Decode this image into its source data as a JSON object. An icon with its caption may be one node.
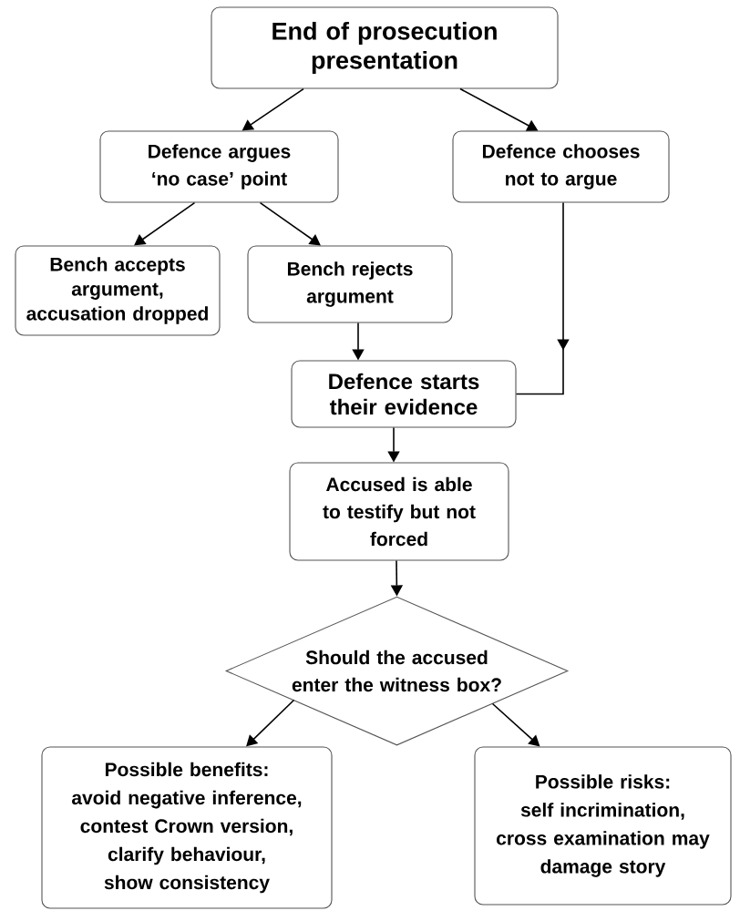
{
  "diagram": {
    "nodes": [
      {
        "text": [
          "End of prosecution presentation"
        ]
      },
      {
        "text": [
          "Defence argues ‘no case’ point"
        ]
      },
      {
        "text": [
          "Defence chooses not to argue"
        ]
      },
      {
        "text": [
          "Bench accepts argument, accusation dropped"
        ]
      },
      {
        "text": [
          "Bench rejects argument"
        ]
      },
      {
        "text": [
          "Defence starts their evidence"
        ]
      },
      {
        "text": [
          "Accused is able to testify but not forced"
        ]
      },
      {
        "text": [
          "Should the accused enter the witness box?"
        ]
      },
      {
        "text": [
          "Possible benefits:",
          "avoid negative inference, contest Crown version, clarify behaviour, show consistency"
        ]
      },
      {
        "text": [
          "Possible risks:",
          "self incrimination, cross examination may damage story"
        ]
      }
    ],
    "edges": [
      {
        "from": 0,
        "to": 1,
        "arrow": "to"
      },
      {
        "from": 0,
        "to": 2,
        "arrow": "to"
      },
      {
        "from": 1,
        "to": 3,
        "arrow": "to"
      },
      {
        "from": 1,
        "to": 4,
        "arrow": "to"
      },
      {
        "from": 4,
        "to": 5,
        "arrow": "to"
      },
      {
        "from": 2,
        "to": 5,
        "arrow": "to"
      },
      {
        "from": 5,
        "to": 6,
        "arrow": "to"
      },
      {
        "from": 6,
        "to": 7,
        "arrow": "to"
      },
      {
        "from": 7,
        "to": 8,
        "arrow": "to"
      },
      {
        "from": 7,
        "to": 9,
        "arrow": "to"
      }
    ]
  }
}
